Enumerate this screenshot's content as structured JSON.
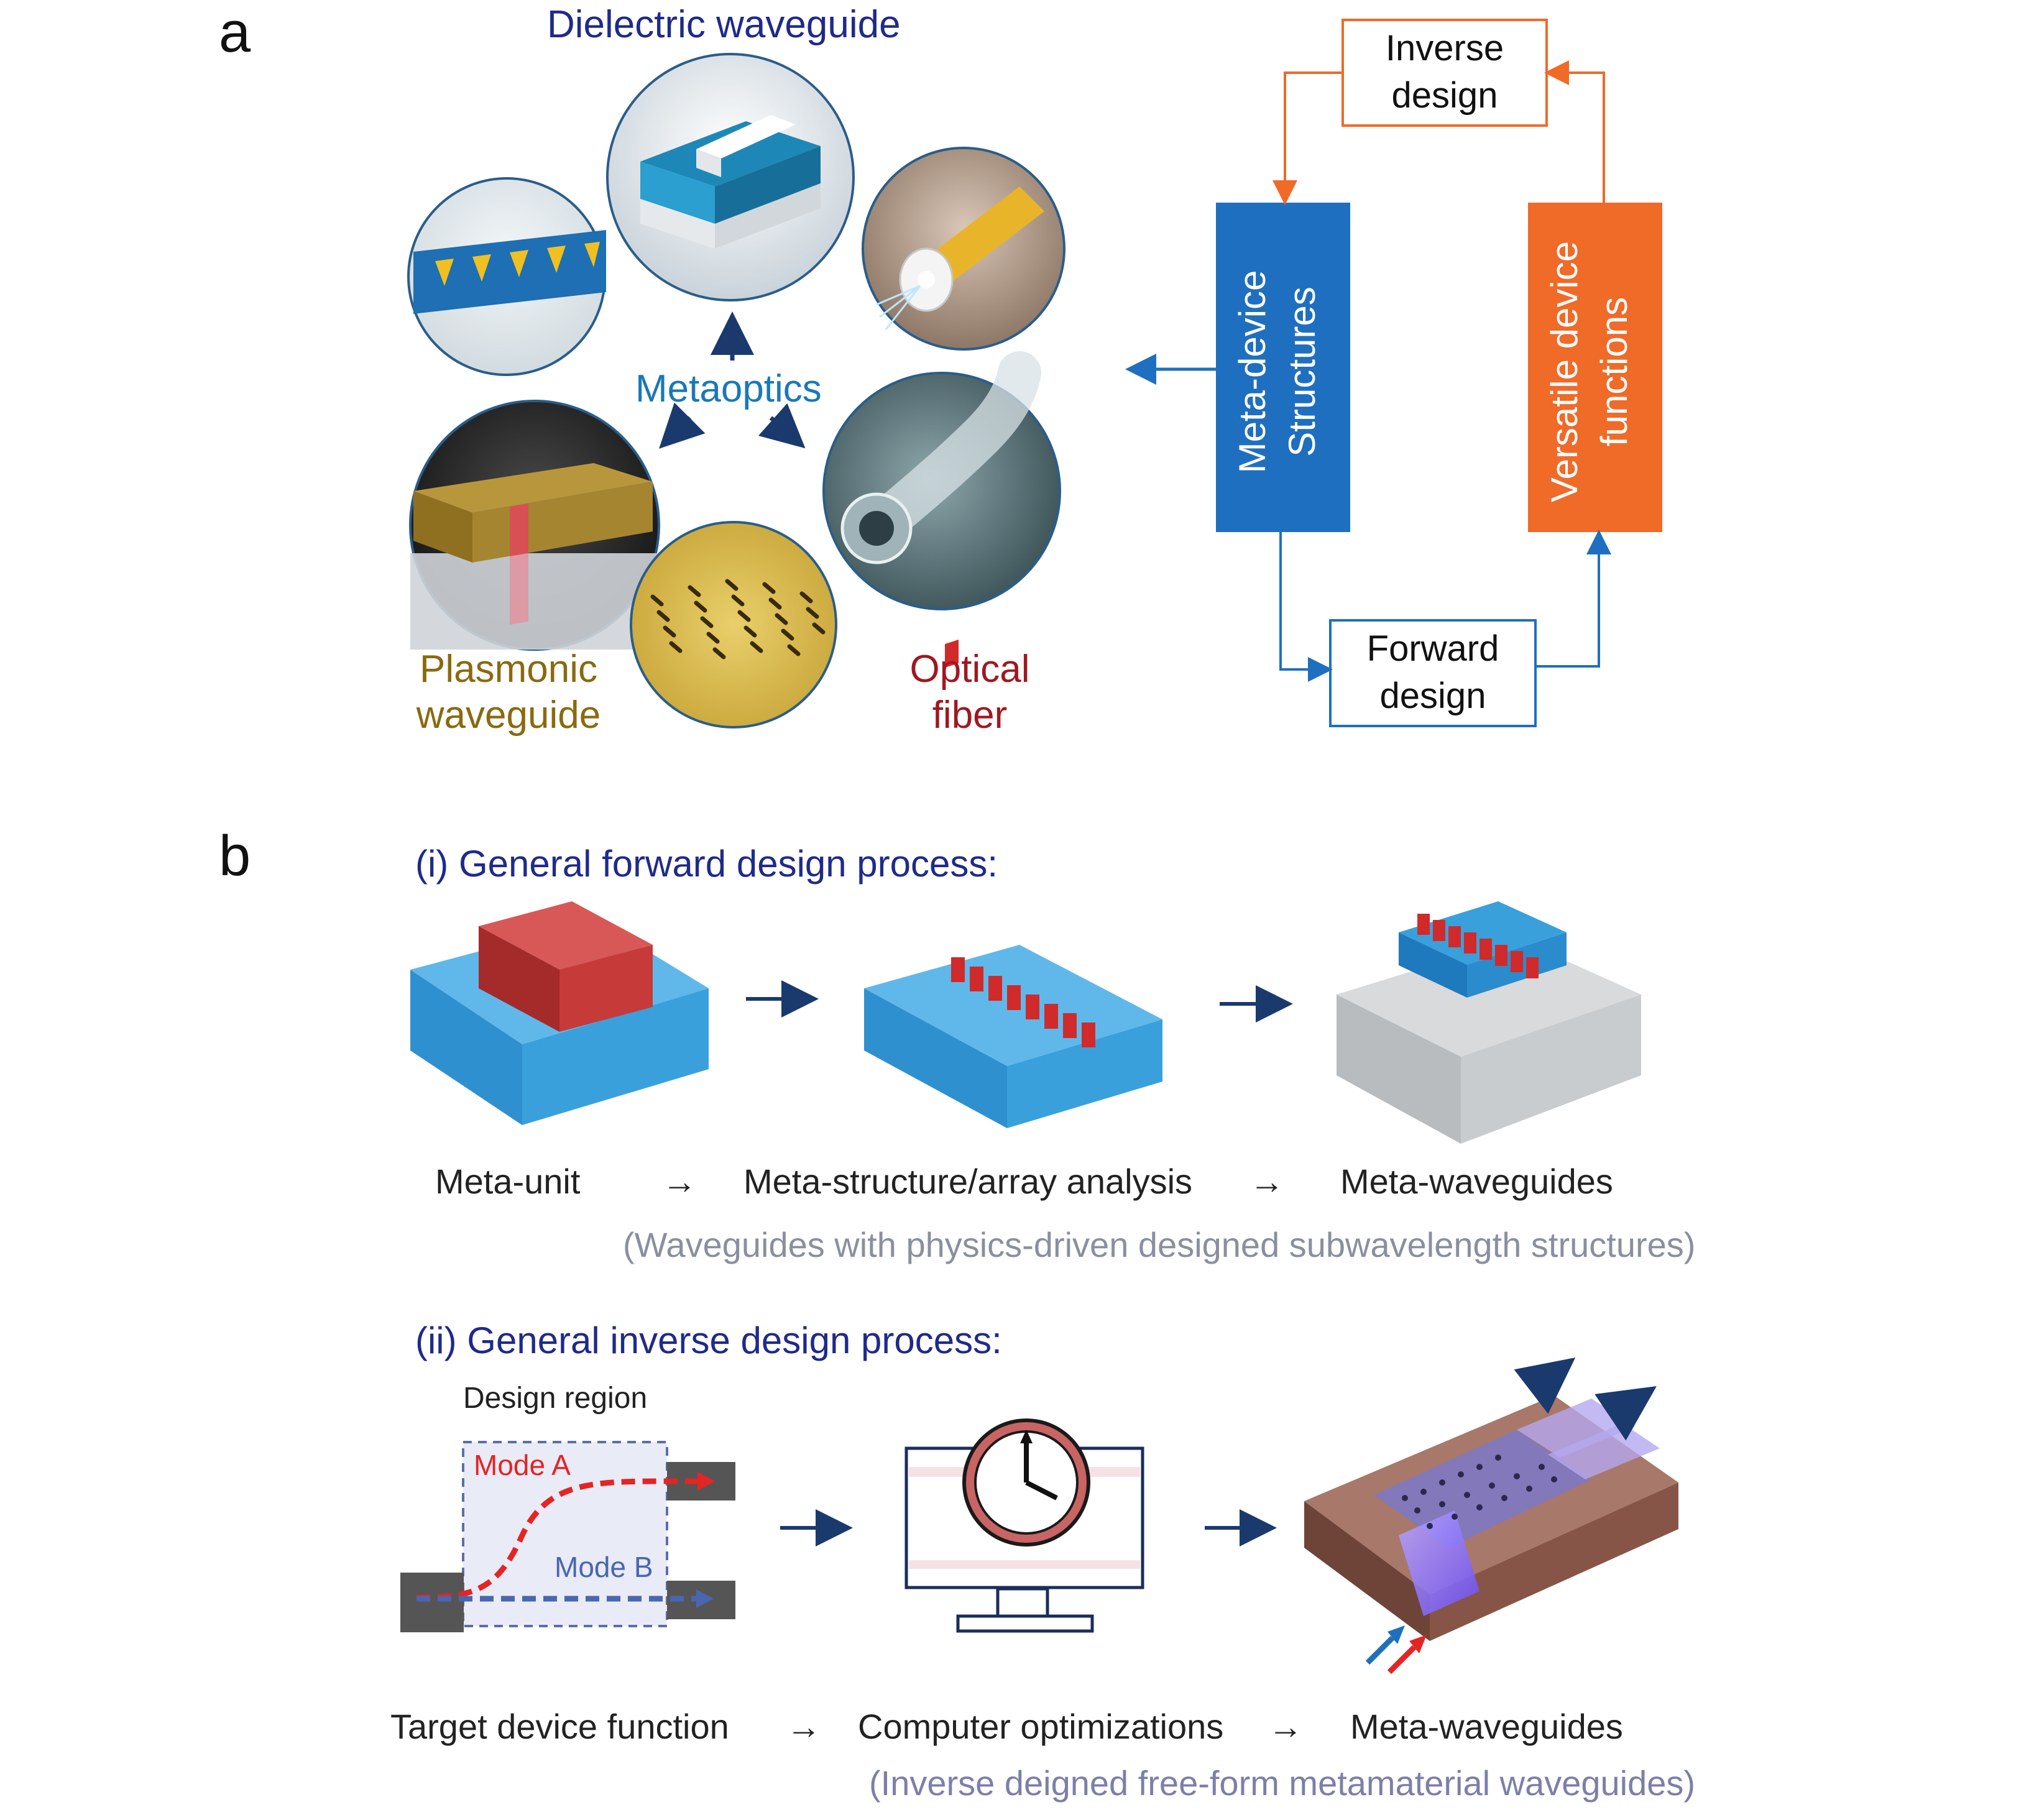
{
  "panel_a": {
    "letter": "a",
    "center_label": "Metaoptics",
    "labels": {
      "dielectric": "Dielectric waveguide",
      "plasmonic_l1": "Plasmonic",
      "plasmonic_l2": "waveguide",
      "optical_l1": "Optical",
      "optical_l2": "fiber"
    },
    "flow": {
      "inverse_l1": "Inverse",
      "inverse_l2": "design",
      "forward_l1": "Forward",
      "forward_l2": "design",
      "structures_l1": "Meta-device",
      "structures_l2": "Structures",
      "functions_l1": "Versatile device",
      "functions_l2": "functions"
    },
    "colors": {
      "structures_box": "#1f6fc0",
      "functions_box": "#f06a28",
      "inverse_arrow": "#f06a28",
      "forward_arrow": "#1f6fc0",
      "dielectric_text": "#1f2a8a",
      "metaoptics_text": "#1a78b8",
      "plasmonic_text": "#8a6a10",
      "optical_text": "#a01820"
    }
  },
  "panel_b": {
    "letter": "b",
    "forward": {
      "title": "(i) General forward design process:",
      "steps": [
        "Meta-unit",
        "Meta-structure/array analysis",
        "Meta-waveguides"
      ],
      "arrow": "→",
      "note": "(Waveguides with physics-driven designed subwavelength structures)"
    },
    "inverse": {
      "title": "(ii) General inverse design process:",
      "design_region": "Design region",
      "mode_a": "Mode A",
      "mode_b": "Mode B",
      "steps": [
        "Target device function",
        "Computer optimizations",
        "Meta-waveguides"
      ],
      "arrow": "→",
      "note": "(Inverse deigned free-form metamaterial waveguides)"
    }
  }
}
